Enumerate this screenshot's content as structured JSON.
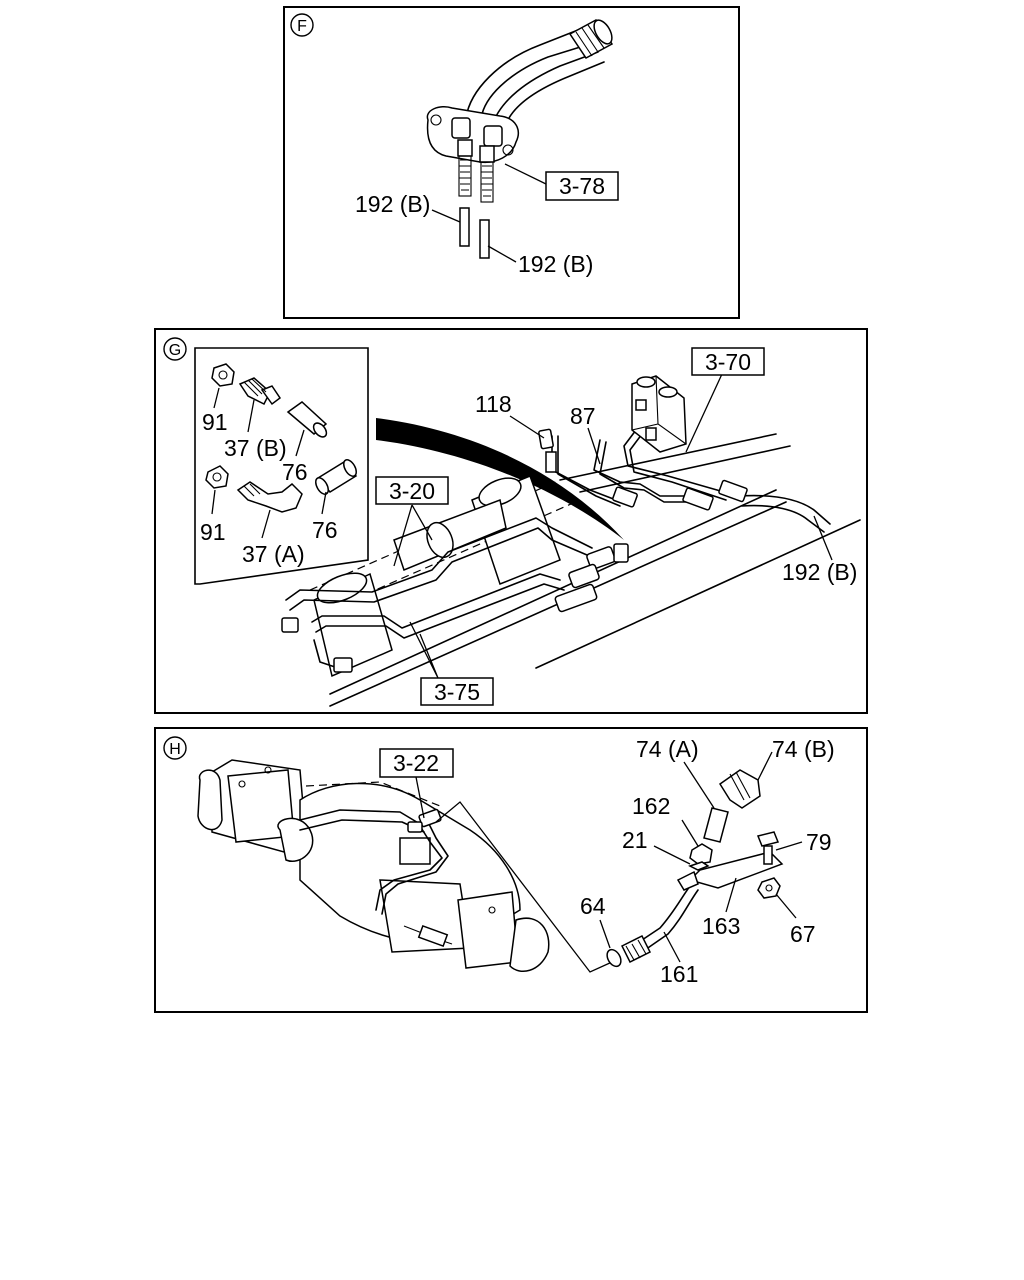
{
  "panels": {
    "f": {
      "id": "F",
      "labels": {
        "l192b_left": "192 (B)",
        "l192b_right": "192 (B)",
        "ref_3_78": "3-78"
      }
    },
    "g": {
      "id": "G",
      "labels": {
        "l118": "118",
        "l87": "87",
        "l192b": "192 (B)",
        "ref_3_70": "3-70",
        "ref_3_20": "3-20",
        "ref_3_75": "3-75",
        "l91_top": "91",
        "l37b": "37 (B)",
        "l76_top": "76",
        "l91_bottom": "91",
        "l37a": "37 (A)",
        "l76_bottom": "76"
      }
    },
    "h": {
      "id": "H",
      "labels": {
        "ref_3_22": "3-22",
        "l74a": "74 (A)",
        "l74b": "74 (B)",
        "l162": "162",
        "l21": "21",
        "l79": "79",
        "l64": "64",
        "l163": "163",
        "l67": "67",
        "l161": "161"
      }
    }
  }
}
